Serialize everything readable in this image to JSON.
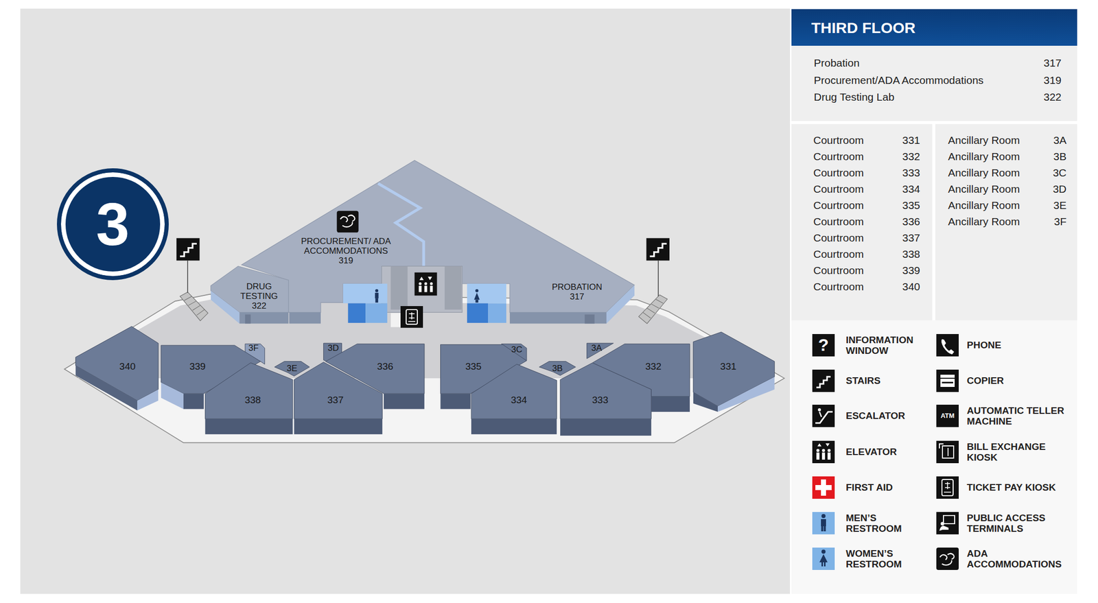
{
  "diagram": {
    "title": "THIRD FLOOR",
    "nodes": [
      {
        "text": [
          "3"
        ]
      },
      {
        "text": [
          "PROCUREMENT/ ADA ACCOMMODATIONS",
          "319"
        ]
      },
      {
        "text": [
          "DRUG TESTING",
          "322"
        ]
      },
      {
        "text": [
          "PROBATION",
          "317"
        ]
      },
      {
        "text": [
          "340"
        ]
      },
      {
        "text": [
          "339"
        ]
      },
      {
        "text": [
          "3F"
        ]
      },
      {
        "text": [
          "3E"
        ]
      },
      {
        "text": [
          "338"
        ]
      },
      {
        "text": [
          "337"
        ]
      },
      {
        "text": [
          "3D"
        ]
      },
      {
        "text": [
          "336"
        ]
      },
      {
        "text": [
          "335"
        ]
      },
      {
        "text": [
          "3C"
        ]
      },
      {
        "text": [
          "3B"
        ]
      },
      {
        "text": [
          "334"
        ]
      },
      {
        "text": [
          "333"
        ]
      },
      {
        "text": [
          "3A"
        ]
      },
      {
        "text": [
          "332"
        ]
      },
      {
        "text": [
          "331"
        ]
      }
    ],
    "labels": [
      "Probation",
      "317",
      "Procurement/ADA Accommodations",
      "319",
      "Drug Testing Lab",
      "322",
      "Courtroom",
      "331",
      "Courtroom",
      "332",
      "Courtroom",
      "333",
      "Courtroom",
      "334",
      "Courtroom",
      "335",
      "Courtroom",
      "336",
      "Courtroom",
      "337",
      "Courtroom",
      "338",
      "Courtroom",
      "339",
      "Courtroom",
      "340",
      "Ancillary Room",
      "3A",
      "Ancillary Room",
      "3B",
      "Ancillary Room",
      "3C",
      "Ancillary Room",
      "3D",
      "Ancillary Room",
      "3E",
      "Ancillary Room",
      "3F",
      "?",
      "ATM"
    ],
    "legend": [
      {
        "text": "INFORMATION WINDOW"
      },
      {
        "text": "STAIRS"
      },
      {
        "text": "ESCALATOR"
      },
      {
        "text": "ELEVATOR"
      },
      {
        "text": "FIRST AID"
      },
      {
        "text": "MEN’S RESTROOM"
      },
      {
        "text": "WOMEN’S RESTROOM"
      },
      {
        "text": "PHONE"
      },
      {
        "text": "COPIER"
      },
      {
        "text": "AUTOMATIC TELLER MACHINE"
      },
      {
        "text": "BILL EXCHANGE KIOSK"
      },
      {
        "text": "TICKET PAY KIOSK"
      },
      {
        "text": "PUBLIC ACCESS TERMINALS"
      },
      {
        "text": "ADA ACCOMMODATIONS"
      }
    ]
  }
}
